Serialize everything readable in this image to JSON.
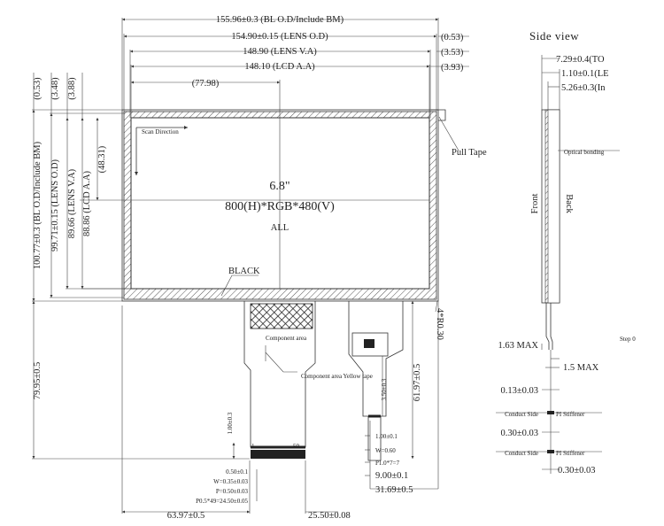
{
  "dims_top": {
    "bl_od": "155.96±0.3 (BL O.D/Include BM)",
    "lens_od": "154.90±0.15 (LENS O.D)",
    "lens_va": "148.90 (LENS V.A)",
    "lcd_aa": "148.10 (LCD A.A)",
    "offset_1": "(0.53)",
    "offset_2": "(3.53)",
    "offset_3": "(3.93)",
    "half_width": "(77.98)"
  },
  "dims_left": {
    "bl_od": "100.77±0.3 (BL O.D/Include BM)",
    "lens_od": "99.71±0.15 (LENS O.D)",
    "lens_va": "89.66 (LENS V.A)",
    "lcd_aa": "88.86 (LCD A.A)",
    "half_height": "(48.31)",
    "offset_1": "(0.53)",
    "offset_2": "(3.48)",
    "offset_3": "(3.88)",
    "fpc_length": "79.95±0.5"
  },
  "panel": {
    "scan_direction": "Scan Direction",
    "size": "6.8\"",
    "resolution": "800(H)*RGB*480(V)",
    "mode": "ALL",
    "black_label": "BLACK",
    "pull_tape": "Pull Tape",
    "corner_radius": "4*R0.30"
  },
  "fpc": {
    "component_area": "Component area",
    "component_yellow": "Component area Yellow tape",
    "dim_61": "61.97±0.5",
    "dim_350": "3.50±0.3",
    "dim_100a": "1.00±0.3",
    "pin_1": "1",
    "pin_50": "50",
    "dim_050": "0.50±0.1",
    "dim_w035": "W=0.35±0.03",
    "dim_p050": "P=0.50±0.03",
    "dim_pitch": "P0.5*49=24.50±0.05",
    "dim_6397": "63.97±0.5",
    "dim_2550": "25.50±0.08",
    "dim_100b": "1.00±0.1",
    "dim_w060": "W=0.60",
    "dim_p10": "P1.0*7=7",
    "dim_900": "9.00±0.1",
    "dim_3169": "31.69±0.5"
  },
  "side_view": {
    "title": "Side view",
    "t1": "7.29±0.4(TO",
    "t2": "1.10±0.1(LE",
    "t3": "5.26±0.3(In",
    "optical": "Optical bonding",
    "front": "Front",
    "back": "Back",
    "max163": "1.63 MAX",
    "max15": "1.5 MAX",
    "d013": "0.13±0.03",
    "conduct1": "Conduct Side",
    "stiff1": "PI Stiffener",
    "d030a": "0.30±0.03",
    "conduct2": "Conduct Side",
    "stiff2": "PI Stiffener",
    "d030b": "0.30±0.03",
    "step": "Step 0"
  }
}
